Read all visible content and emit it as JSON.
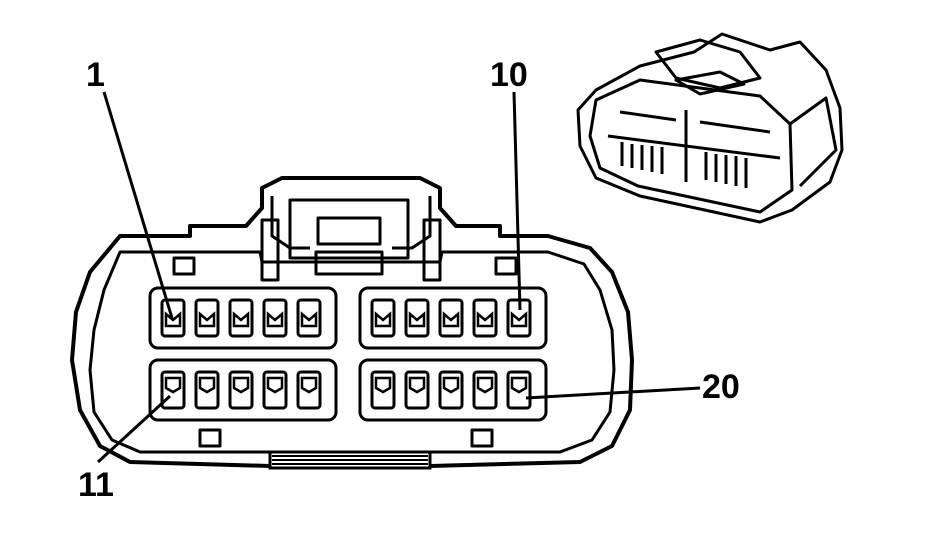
{
  "diagram": {
    "pin_labels": {
      "first_top": "1",
      "last_top": "10",
      "first_bottom": "11",
      "last_bottom": "20"
    },
    "cavity_rows": {
      "top_count": 10,
      "bottom_count": 10
    },
    "colors": {
      "line": "#000000",
      "background": "#ffffff"
    }
  }
}
